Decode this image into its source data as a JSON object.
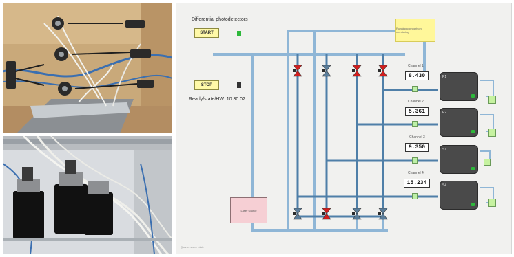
{
  "panel": {
    "title": "Differential photodetectors",
    "start_label": "START",
    "stop_label": "STOP",
    "status_text": "Ready/state/HW: 10:30:02",
    "note_text": "Running comparison monitoring",
    "tank_label": "Laser source",
    "footer_text": "Quarter-wave plate"
  },
  "channels": [
    {
      "label": "Channel 1",
      "value": "8.430",
      "unit": "P1"
    },
    {
      "label": "Channel 2",
      "value": "5.361",
      "unit": "P2"
    },
    {
      "label": "Channel 3",
      "value": "9.350",
      "unit": "S1"
    },
    {
      "label": "Channel 4",
      "value": "15.234",
      "unit": "S4"
    }
  ],
  "valves_top": [
    {
      "name": "valve-1",
      "state": "closed",
      "color": "#d21e1e"
    },
    {
      "name": "valve-2",
      "state": "open",
      "color": "#5a7d9a"
    },
    {
      "name": "valve-3",
      "state": "closed",
      "color": "#d21e1e"
    },
    {
      "name": "valve-4",
      "state": "closed",
      "color": "#d21e1e"
    }
  ],
  "valves_bottom": [
    {
      "name": "valve-5",
      "state": "open",
      "color": "#5a7d9a"
    },
    {
      "name": "valve-6",
      "state": "closed",
      "color": "#d21e1e"
    },
    {
      "name": "valve-7",
      "state": "open",
      "color": "#5a7d9a"
    },
    {
      "name": "valve-8",
      "state": "open",
      "color": "#5a7d9a"
    }
  ],
  "colors": {
    "pipe": "#8fb6d6",
    "pipe_dark": "#4f7fa8",
    "valve_closed": "#d21e1e",
    "valve_open": "#5a7d9a",
    "led_on": "#2db83a"
  }
}
